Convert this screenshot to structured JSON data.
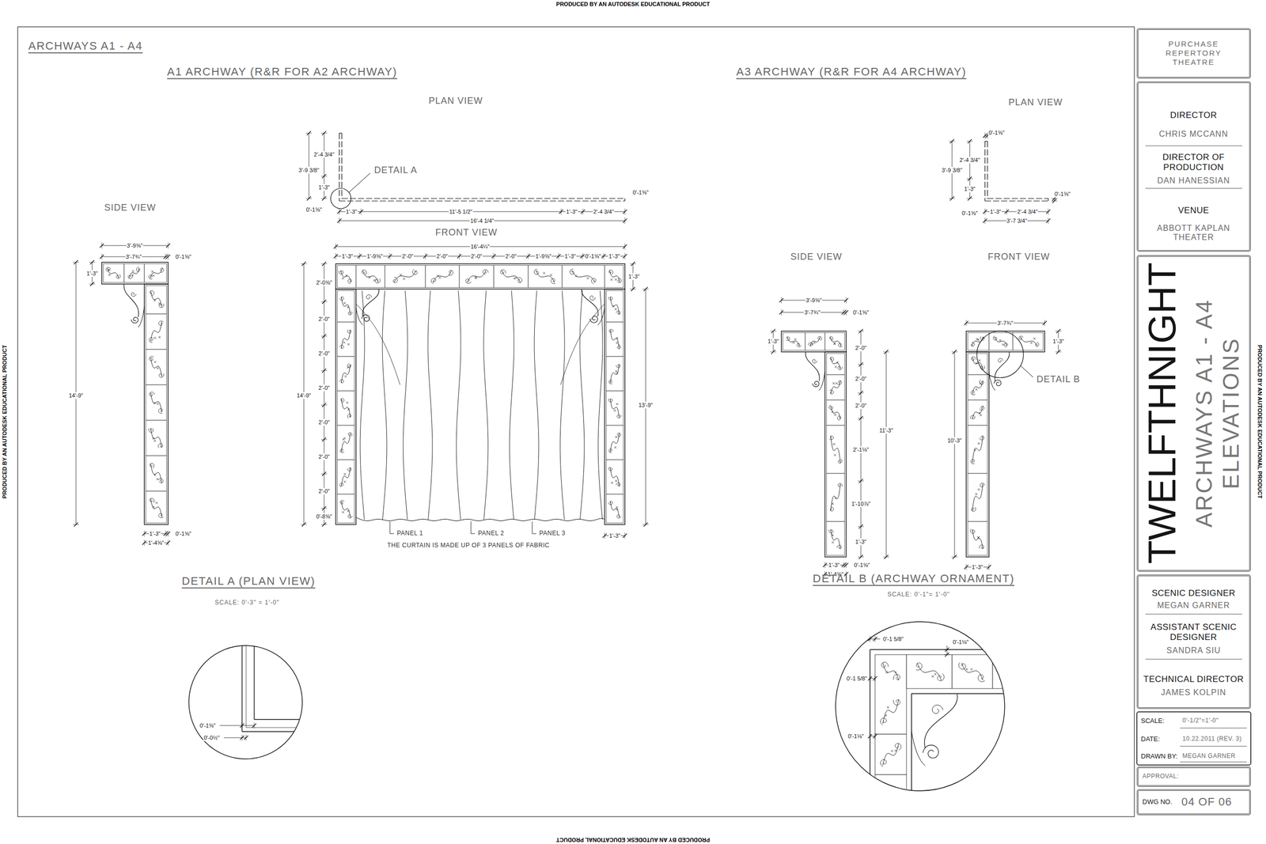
{
  "diagram": {
    "title": "ARCHWAYS A1 - A4",
    "nodes": [
      {
        "text": [
          "PURCHASE REPERTORY THEATRE"
        ]
      },
      {
        "text": [
          "DIRECTOR",
          "CHRIS MCCANN",
          "DIRECTOR OF PRODUCTION",
          "DAN HANESSIAN",
          "VENUE",
          "ABBOTT KAPLAN THEATER"
        ]
      },
      {
        "text": [
          "TWELFTHNIGHT",
          "ARCHWAYS A1 - A4 ELEVATIONS"
        ]
      },
      {
        "text": [
          "SCENIC DESIGNER",
          "MEGAN GARNER",
          "ASSISTANT SCENIC DESIGNER",
          "SANDRA SIU",
          "TECHNICAL DIRECTOR",
          "JAMES KOLPIN"
        ]
      },
      {
        "text": [
          "SCALE:",
          "0'-1/2\"=1'-0\""
        ]
      },
      {
        "text": [
          "DATE:",
          "10.22.2011 (REV. 3)"
        ]
      },
      {
        "text": [
          "DRAWN BY:",
          "MEGAN GARNER"
        ]
      },
      {
        "text": [
          "APPROVAL:"
        ]
      },
      {
        "text": [
          "DWG NO.",
          "04 OF 06"
        ]
      }
    ],
    "labels": [
      "PRODUCED BY AN AUTODESK EDUCATIONAL PRODUCT",
      "PRODUCED BY AN AUTODESK EDUCATIONAL PRODUCT",
      "PRODUCED BY AN AUTODESK EDUCATIONAL PRODUCT",
      "PRODUCED BY AN AUTODESK EDUCATIONAL PRODUCT",
      "A1 ARCHWAY (R&R FOR A2 ARCHWAY)",
      "PLAN VIEW",
      "DETAIL A",
      "2'-4 3/4\"",
      "3'-9 3/8\"",
      "1'-3\"",
      "0'-1⅝\"",
      "1'-3\"",
      "11'-5 1/2\"",
      "1'-3\"",
      "2'-4 3/4\"",
      "16'-4 1/4\"",
      "0'-1⅝\"",
      "SIDE VIEW",
      "3'-9⅝\"",
      "3'-7¾\"",
      "0'-1⅝\"",
      "1'-3\"",
      "14'-9\"",
      "1'-3\"",
      "0'-1⅝\"",
      "1'-4⅝\"",
      "FRONT VIEW",
      "16'-4¼\"",
      "1'-3\"",
      "1'-9⅝\"",
      "2'-0\"",
      "2'-0\"",
      "2'-0\"",
      "2'-0\"",
      "1'-9⅝\"",
      "1'-3\"",
      "0'-1⅝\"",
      "1'-3\"",
      "2'-0⅝\"",
      "2'-0\"",
      "2'-0\"",
      "2'-0\"",
      "2'-0\"",
      "2'-0\"",
      "2'-0\"",
      "0'-8⅝\"",
      "14'-9\"",
      "1'-3\"",
      "13'-9\"",
      "1'-3\"",
      "PANEL 1",
      "PANEL 2",
      "PANEL 3",
      "THE CURTAIN IS MADE UP OF 3 PANELS OF FABRIC",
      "A3 ARCHWAY (R&R FOR A4 ARCHWAY)",
      "PLAN VIEW",
      "0'-1⅝\"",
      "2'-4 3/4\"",
      "3'-9 3/8\"",
      "1'-3\"",
      "0'-1⅝\"",
      "1'-3\"",
      "2'-4 3/4\"",
      "3'-7 3/4\"",
      "0'-1⅝\"",
      "SIDE VIEW",
      "3'-9⅝\"",
      "3'-7¾\"",
      "0'-1⅝\"",
      "1'-3\"",
      "2'-0\"",
      "2'-0\"",
      "2'-0\"",
      "11'-3\"",
      "2'-1⅛\"",
      "1'-10⅞\"",
      "1'-3\"",
      "1'-3\"",
      "0'-1⅝\"",
      "1'-4⅝\"",
      "FRONT VIEW",
      "3'-7¾\"",
      "1'-3\"",
      "10'-3\"",
      "1'-3\"",
      "DETAIL B",
      "DETAIL A (PLAN VIEW)",
      "SCALE: 0'-3\" = 1'-0\"",
      "0'-1⅝\"",
      "0'-0½\"",
      "DETAIL B (ARCHWAY ORNAMENT)",
      "SCALE: 0'-1\"= 1'-0\"",
      "0'-1 5/8\"",
      "0'-1⅛\"",
      "0'-1 5/8\"",
      "0'-1⅛\""
    ]
  }
}
